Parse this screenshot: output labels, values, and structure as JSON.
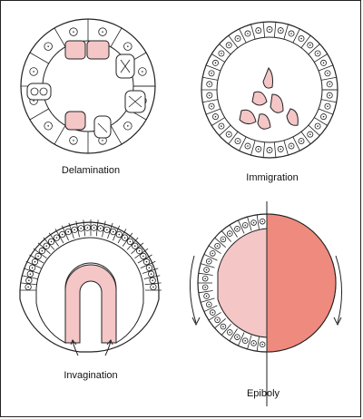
{
  "panels": [
    {
      "id": "delamination",
      "label": "Delamination"
    },
    {
      "id": "immigration",
      "label": "Immigration"
    },
    {
      "id": "invagination",
      "label": "Invagination"
    },
    {
      "id": "epiboly",
      "label": "Epiboly"
    }
  ],
  "colors": {
    "cell_fill": "#ffffff",
    "highlight_cell": "#f5c6c6",
    "yolk": "#ef8a7e",
    "outline": "#222222"
  }
}
